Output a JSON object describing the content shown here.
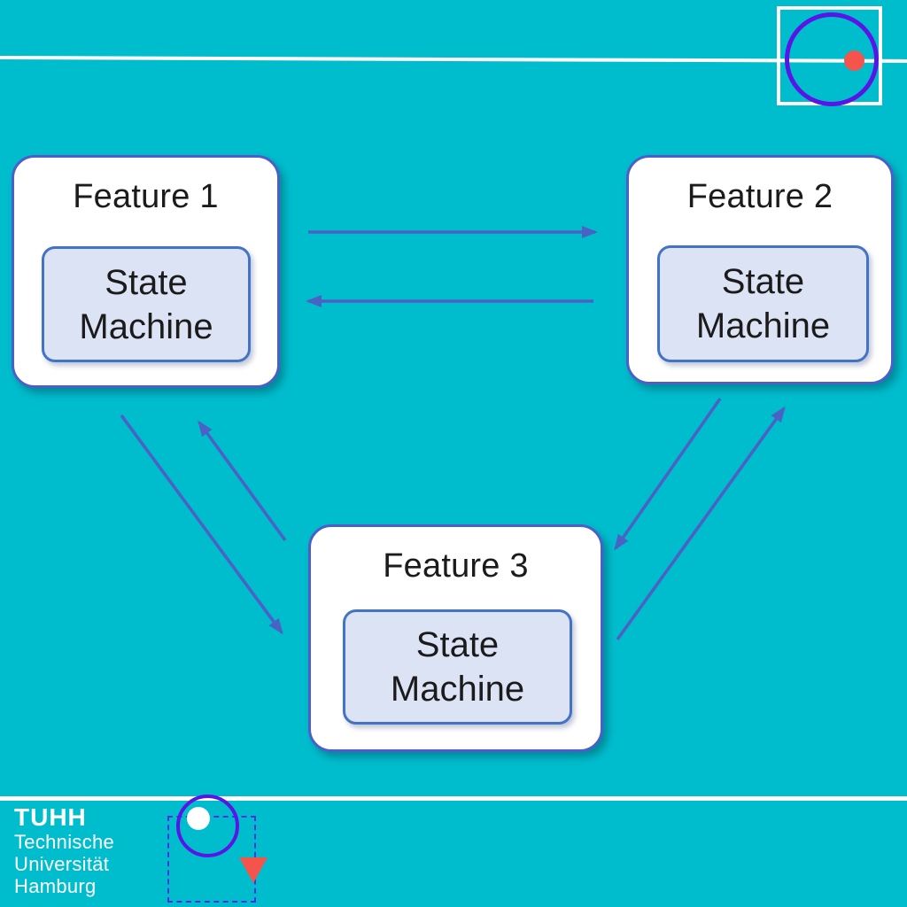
{
  "slide": {
    "features": [
      {
        "title": "Feature 1",
        "label": "State\nMachine"
      },
      {
        "title": "Feature 2",
        "label": "State\nMachine"
      },
      {
        "title": "Feature 3",
        "label": "State\nMachine"
      }
    ]
  },
  "logo": {
    "acronym": "TUHH",
    "lines": [
      "Technische",
      "Universität",
      "Hamburg"
    ]
  },
  "colors": {
    "background_teal": "#00bdce",
    "arrow_blue": "#4a62c4",
    "outer_box_border": "#4c5ec9",
    "inner_box_border": "#4472c4",
    "inner_box_fill": "#dbe3f5",
    "annotation_violet": "#5a14e6",
    "annotation_red": "#f4544b",
    "rule_white": "#ffffff",
    "text_black": "#1b1b1b"
  }
}
